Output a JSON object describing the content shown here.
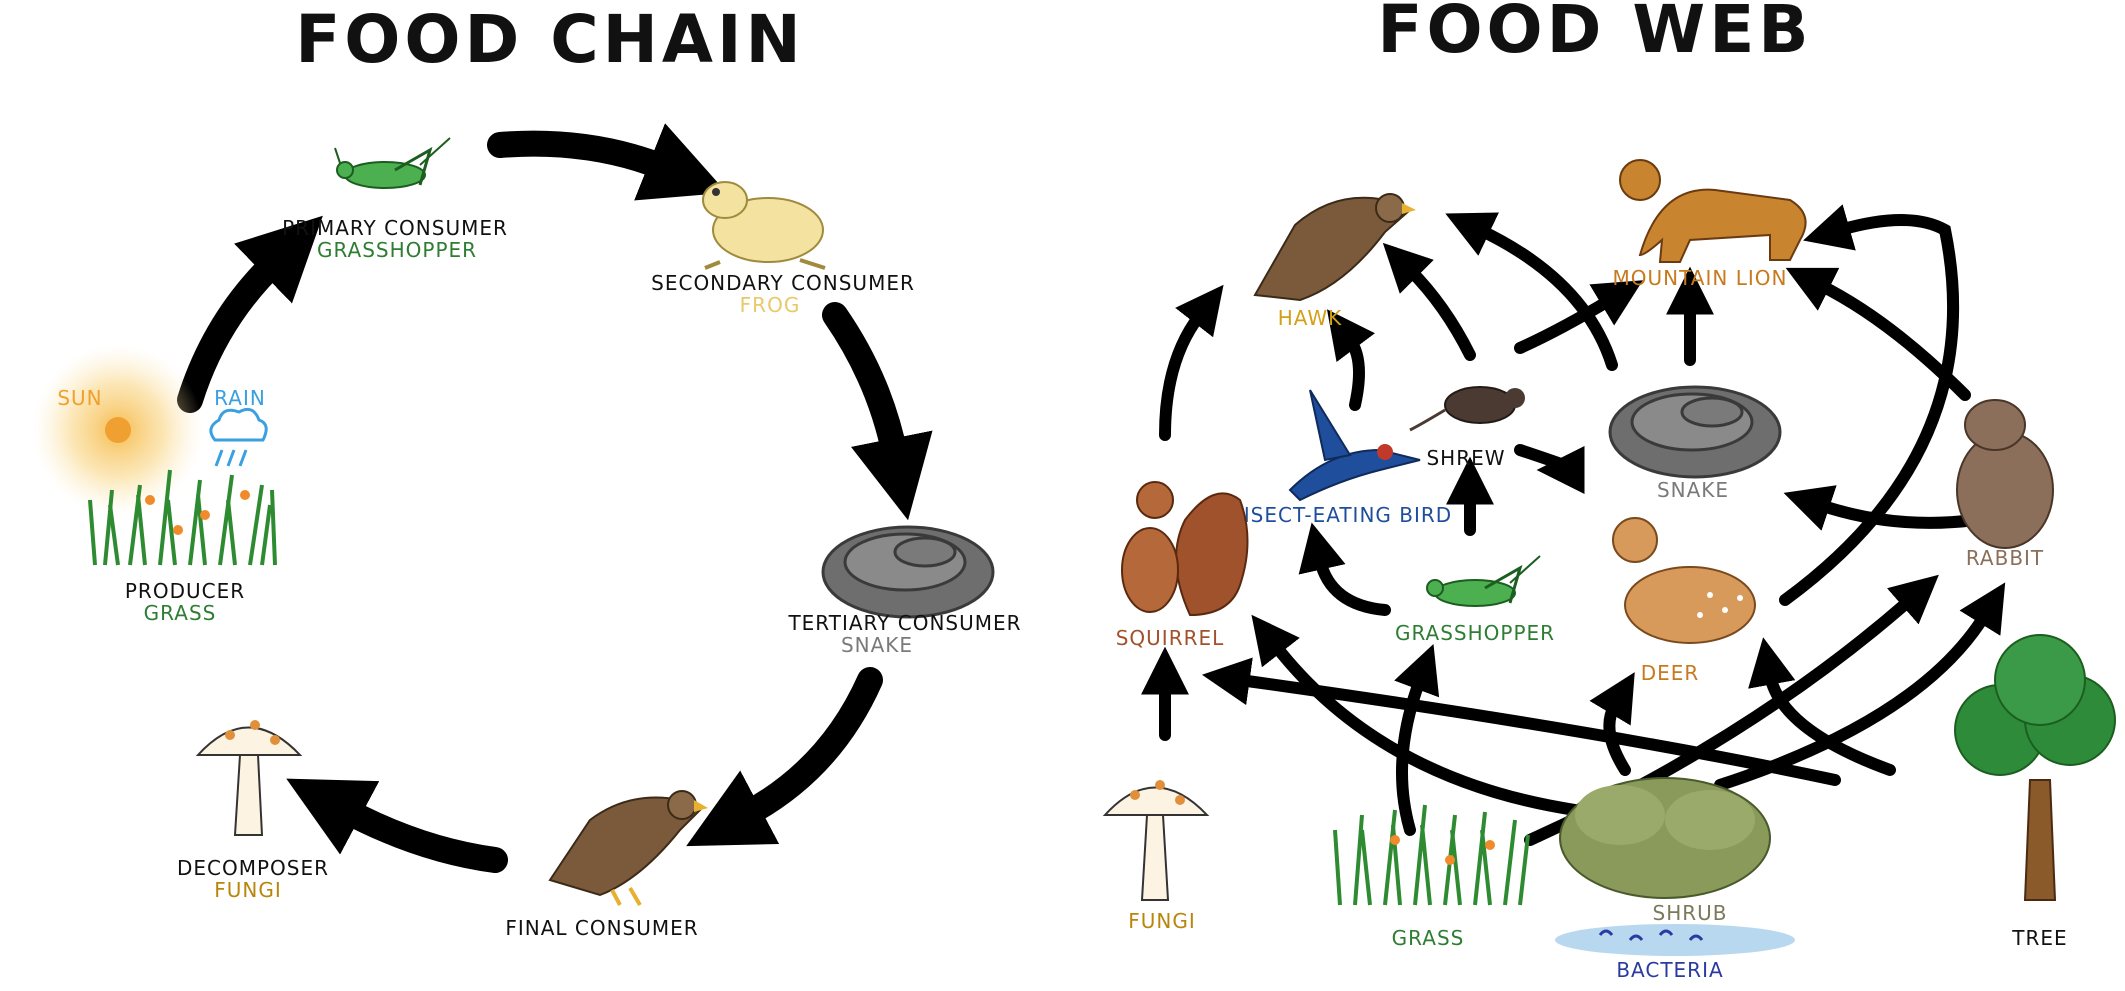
{
  "food_chain": {
    "title": "FOOD CHAIN",
    "sun_label": "SUN",
    "rain_label": "RAIN",
    "producer": {
      "role": "PRODUCER",
      "organism": "GRASS"
    },
    "primary": {
      "role": "PRIMARY CONSUMER",
      "organism": "GRASSHOPPER"
    },
    "secondary": {
      "role": "SECONDARY CONSUMER",
      "organism": "FROG"
    },
    "tertiary": {
      "role": "TERTIARY CONSUMER",
      "organism": "SNAKE"
    },
    "final": {
      "role": "FINAL CONSUMER"
    },
    "decomposer": {
      "role": "DECOMPOSER",
      "organism": "FUNGI"
    }
  },
  "food_web": {
    "title": "FOOD WEB",
    "labels": {
      "hawk": "HAWK",
      "mountain_lion": "MOUNTAIN LION",
      "insect_bird": "INSECT-EATING BIRD",
      "shrew": "SHREW",
      "snake": "SNAKE",
      "squirrel": "SQUIRREL",
      "grasshopper": "GRASSHOPPER",
      "deer": "DEER",
      "rabbit": "RABBIT",
      "fungi": "FUNGI",
      "grass": "GRASS",
      "shrub": "SHRUB",
      "bacteria": "BACTERIA",
      "tree": "TREE"
    }
  },
  "colors": {
    "role_text": "#111111",
    "grass_green": "#2e7d32",
    "frog_yellow": "#e8c96a",
    "snake_gray": "#7a7a7a",
    "fungi_gold": "#b8860b",
    "hawk_gold": "#d4a017",
    "lion_orange": "#c77a1e",
    "rain_blue": "#3aa0e0",
    "sun_orange": "#f0a030",
    "squirrel_brown": "#a0522d",
    "rabbit_brown": "#8b6f5a",
    "bird_blue": "#1f4e9c",
    "bacteria_blue": "#2b3aa0"
  }
}
